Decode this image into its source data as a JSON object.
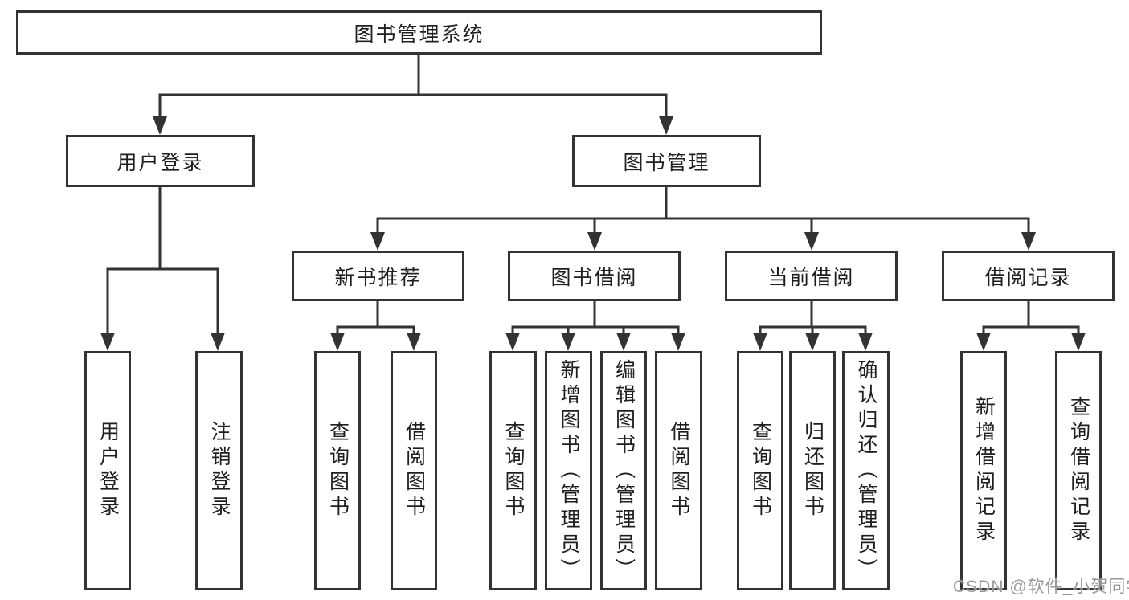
{
  "colors": {
    "line": "#333333",
    "box_border": "#333333",
    "text": "#1f1f1f",
    "watermark_text_color": "#999999",
    "background": "#ffffff"
  },
  "watermark": {
    "text": "CSDN @软件_小贺同学"
  },
  "tree": {
    "root": {
      "label": "图书管理系统",
      "children": [
        {
          "label": "用户登录",
          "children": [
            {
              "label": "用户登录"
            },
            {
              "label": "注销登录"
            }
          ]
        },
        {
          "label": "图书管理",
          "children": [
            {
              "label": "新书推荐",
              "children": [
                {
                  "label": "查询图书"
                },
                {
                  "label": "借阅图书"
                }
              ]
            },
            {
              "label": "图书借阅",
              "children": [
                {
                  "label": "查询图书"
                },
                {
                  "label": "新增图书（管理员）"
                },
                {
                  "label": "编辑图书（管理员）"
                },
                {
                  "label": "借阅图书"
                }
              ]
            },
            {
              "label": "当前借阅",
              "children": [
                {
                  "label": "查询图书"
                },
                {
                  "label": "归还图书"
                },
                {
                  "label": "确认归还（管理员）"
                }
              ]
            },
            {
              "label": "借阅记录",
              "children": [
                {
                  "label": "新增借阅记录"
                },
                {
                  "label": "查询借阅记录"
                }
              ]
            }
          ]
        }
      ]
    }
  }
}
